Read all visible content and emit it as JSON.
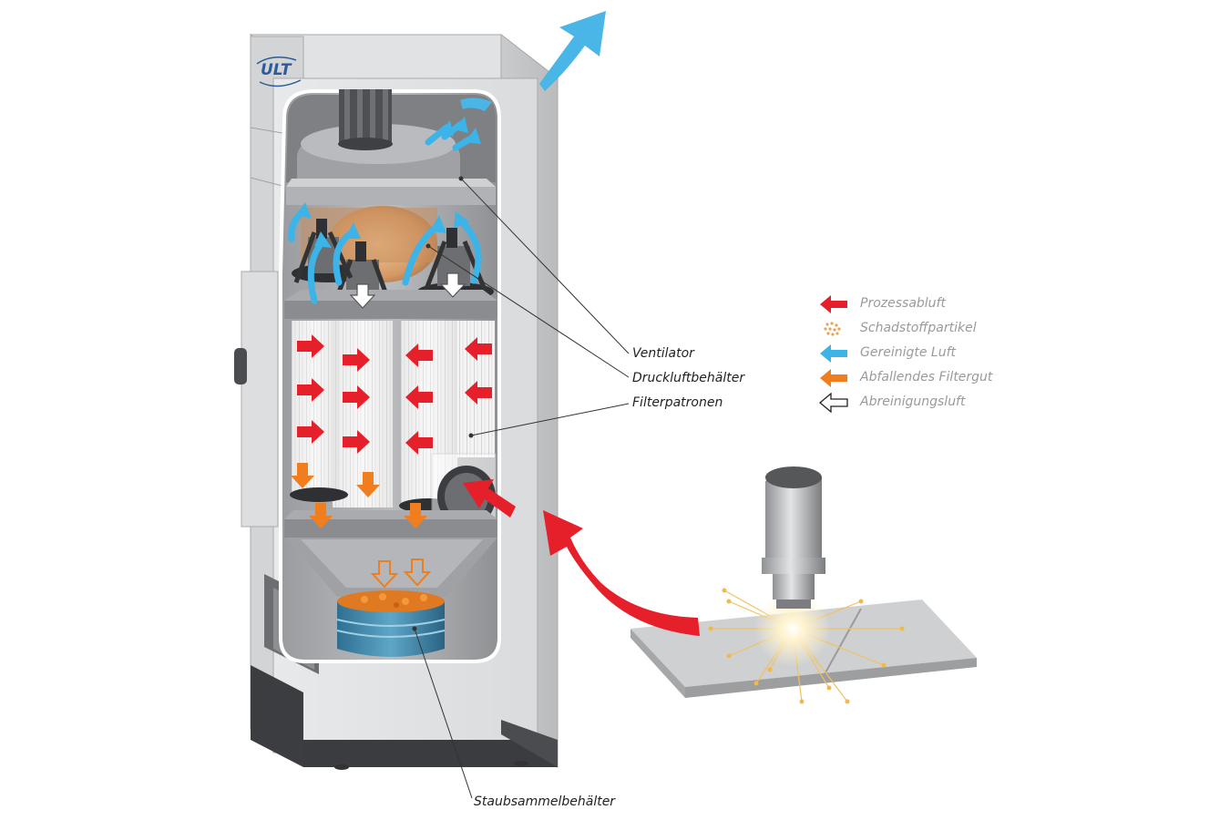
{
  "diagram": {
    "brand_logo": "ULT",
    "labels": {
      "ventilator": "Ventilator",
      "druckluftbehaelter": "Druckluftbehälter",
      "filterpatronen": "Filterpatronen",
      "staubsammelbehaelter": "Staubsammelbehälter"
    },
    "legend": [
      {
        "icon": "red-arrow-icon",
        "label": "Prozessabluft",
        "color": "#e5202a"
      },
      {
        "icon": "particle-dots-icon",
        "label": "Schadstoffpartikel",
        "color": "#e8a25a"
      },
      {
        "icon": "blue-arrow-icon",
        "label": "Gereinigte Luft",
        "color": "#3cb4e8"
      },
      {
        "icon": "orange-arrow-icon",
        "label": "Abfallendes Filtergut",
        "color": "#f07d1e"
      },
      {
        "icon": "outline-arrow-icon",
        "label": "Abreinigungsluft",
        "color": "#ffffff"
      }
    ]
  }
}
